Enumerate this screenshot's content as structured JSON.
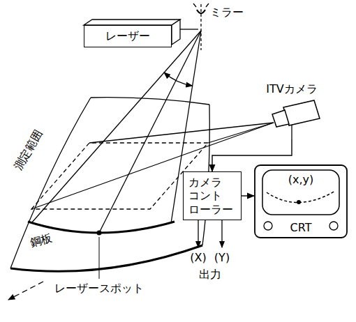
{
  "diagram": {
    "nodes": [
      {
        "text": [
          "レーザー"
        ]
      },
      {
        "text": [
          "ITVカメラ"
        ]
      },
      {
        "text": [
          "カメラ コント ローラー"
        ]
      },
      {
        "text": [
          "(x,y)",
          "CRT"
        ]
      }
    ],
    "edges": [
      {
        "from": 1,
        "to": 2,
        "arrow": "to"
      },
      {
        "from": 2,
        "to": 3,
        "arrow": "to"
      }
    ],
    "labels": [
      "ミラー",
      "測定範囲",
      "鋼板",
      "レーザースポット",
      "(X)",
      "(Y)",
      "出力"
    ]
  }
}
